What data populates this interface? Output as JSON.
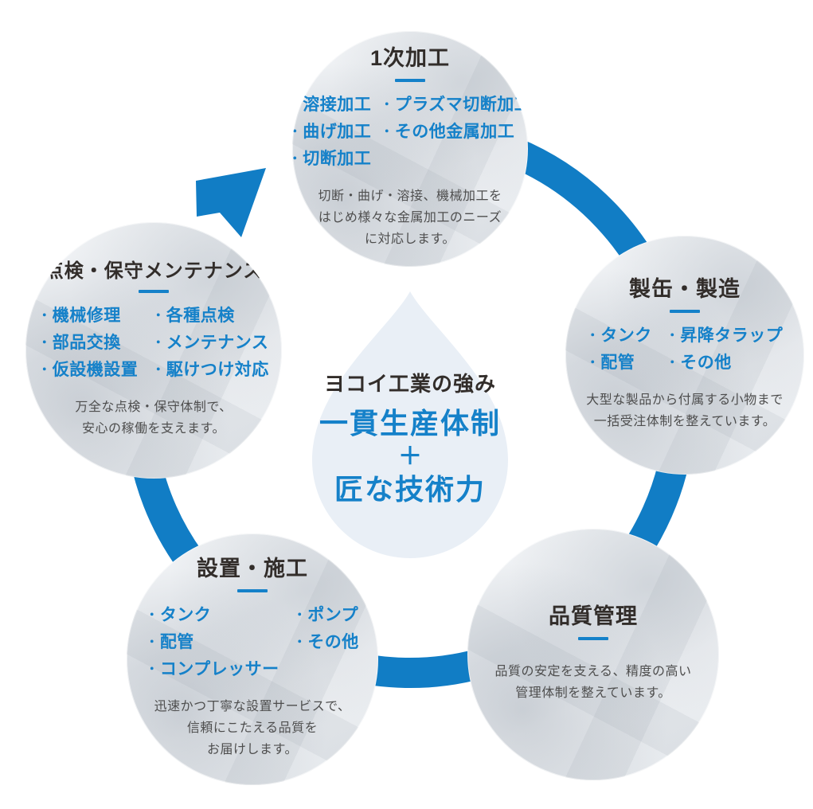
{
  "ui": {
    "bullet": "・"
  },
  "colors": {
    "accent": "#1581c9",
    "ring": "#117dc5",
    "ink": "#322d2a",
    "body": "#4e4e4e",
    "drop": "#e9eff6",
    "bg": "#ffffff"
  },
  "center": {
    "eyebrow": "ヨコイ工業の強み",
    "strength_1": "一貫生産体制",
    "plus": "＋",
    "strength_2": "匠な技術力"
  },
  "circles": [
    {
      "key": "primary-processing",
      "title": "1次加工",
      "items_left": [
        "溶接加工",
        "曲げ加工",
        "切断加工"
      ],
      "items_right": [
        "プラズマ切断加工",
        "その他金属加工"
      ],
      "description": "切断・曲げ・溶接、機械加工を\nはじめ様々な金属加工のニーズ\nに対応します。"
    },
    {
      "key": "canning-manufacturing",
      "title": "製缶・製造",
      "items_left": [
        "タンク",
        "配管"
      ],
      "items_right": [
        "昇降タラップ",
        "その他"
      ],
      "description": "大型な製品から付属する小物まで\n一括受注体制を整えています。"
    },
    {
      "key": "quality-control",
      "title": "品質管理",
      "items_left": [],
      "items_right": [],
      "description": "品質の安定を支える、精度の高い\n管理体制を整えています。"
    },
    {
      "key": "installation-construction",
      "title": "設置・施工",
      "items_left": [
        "タンク",
        "配管",
        "コンプレッサー"
      ],
      "items_right": [
        "ポンプ",
        "その他"
      ],
      "description": "迅速かつ丁寧な設置サービスで、\n信頼にこたえる品質を\nお届けします。"
    },
    {
      "key": "inspection-maintenance",
      "title": "点検・保守メンテナンス",
      "items_left": [
        "機械修理",
        "部品交換",
        "仮設機設置"
      ],
      "items_right": [
        "各種点検",
        "メンテナンス",
        "駆けつけ対応"
      ],
      "description": "万全な点検・保守体制で、\n安心の稼働を支えます。"
    }
  ]
}
